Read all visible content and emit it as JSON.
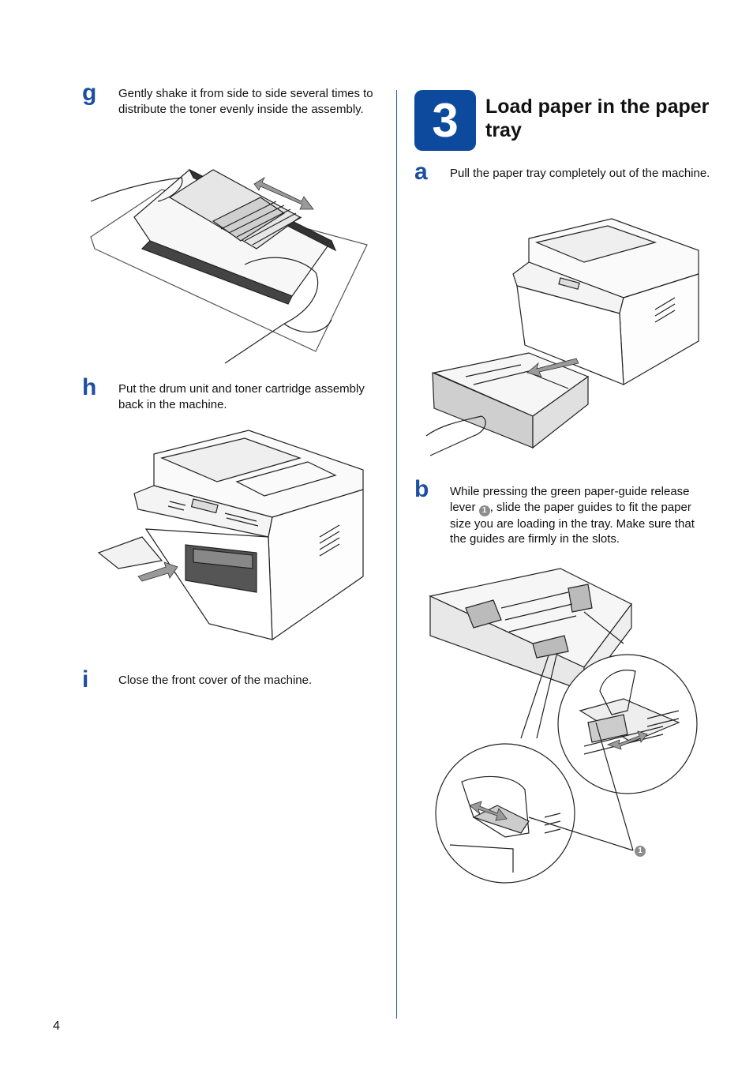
{
  "page_number": "4",
  "steps_left": [
    {
      "letter": "g",
      "text": "Gently shake it from side to side several times to distribute the toner evenly inside the assembly."
    },
    {
      "letter": "h",
      "text": "Put the drum unit and toner cartridge assembly back in the machine."
    },
    {
      "letter": "i",
      "text": "Close the front cover of the machine."
    }
  ],
  "section": {
    "number": "3",
    "title": "Load paper in the paper tray"
  },
  "steps_right": [
    {
      "letter": "a",
      "text": "Pull the paper tray completely out of the machine."
    },
    {
      "letter": "b",
      "text_before": "While pressing the green paper-guide release lever ",
      "callout": "1",
      "text_after": ", slide the paper guides to fit the paper size you are loading in the tray. Make sure that the guides are firmly in the slots."
    }
  ],
  "figure_callout": "1",
  "colors": {
    "accent": "#0d4a9e",
    "step_letter": "#1d4fa0",
    "divider": "#2e5fb0"
  }
}
